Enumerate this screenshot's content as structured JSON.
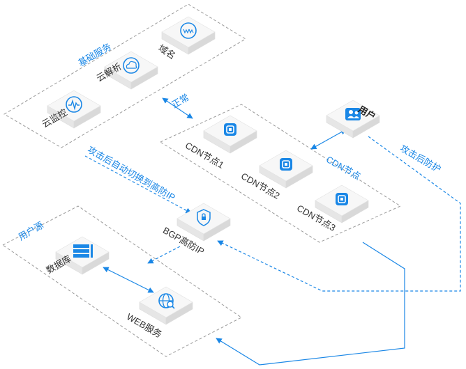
{
  "groups": {
    "basic_services": "基础服务",
    "user_origin": "用户源"
  },
  "nodes": {
    "domain": "域名",
    "cloud_dns": "云解析",
    "cloud_monitor": "云监控",
    "cdn1": "CDN节点1",
    "cdn2": "CDN节点2",
    "cdn3": "CDN节点3",
    "user": "用户",
    "bgp": "BGP高防IP",
    "database": "数据库",
    "web": "WEB服务"
  },
  "edges": {
    "normal": "正常",
    "auto_switch": "攻击后自动切换到高防IP",
    "cdn_node": "CDN节点",
    "after_attack": "攻击后防护"
  },
  "colors": {
    "accent": "#1a87e6",
    "group_border": "#9a9a9a",
    "tile_top": "#f7f7f7",
    "tile_side": "#e6e6e6"
  }
}
